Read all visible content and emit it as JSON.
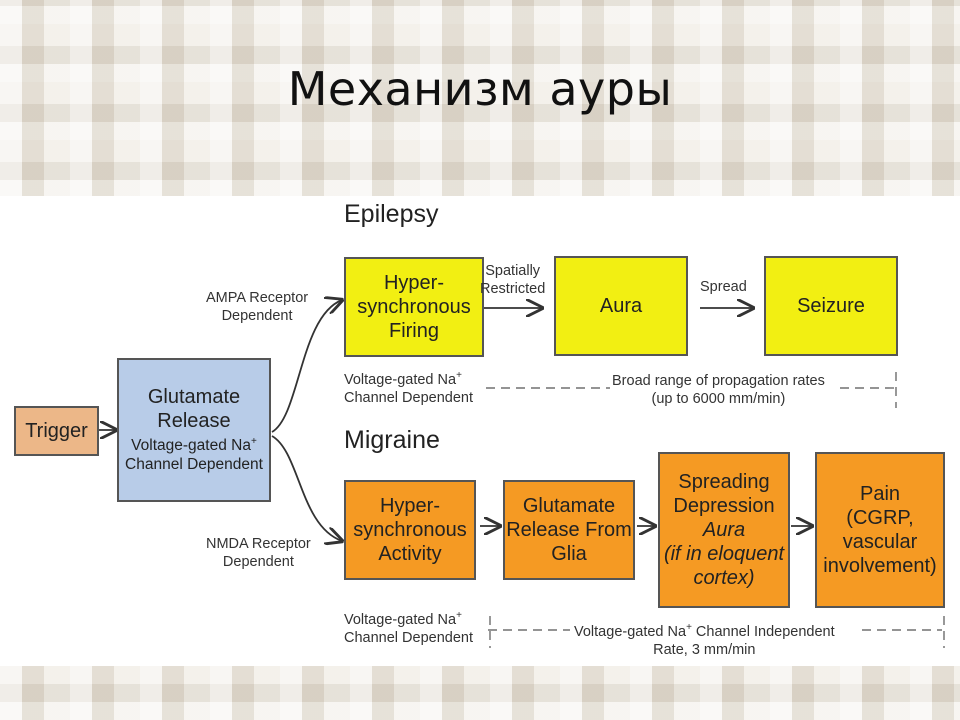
{
  "slide_title": "Механизм ауры",
  "sections": {
    "epilepsy": "Epilepsy",
    "migraine": "Migraine"
  },
  "trigger": "Trigger",
  "glutamate": {
    "title_line1": "Glutamate",
    "title_line2": "Release",
    "sub_line1": "Voltage-gated Na",
    "sub_sup": "+",
    "sub_line2": "Channel Dependent"
  },
  "branch_labels": {
    "ampa_line1": "AMPA Receptor",
    "ampa_line2": "Dependent",
    "nmda_line1": "NMDA Receptor",
    "nmda_line2": "Dependent"
  },
  "epilepsy": {
    "hyper": [
      "Hyper-",
      "synchronous",
      "Firing"
    ],
    "arrow1_line1": "Spatially",
    "arrow1_line2": "Restricted",
    "aura": "Aura",
    "arrow2": "Spread",
    "seizure": "Seizure",
    "note_left_line1": "Voltage-gated Na",
    "note_left_sup": "+",
    "note_left_line2": "Channel Dependent",
    "note_right_line1": "Broad range of propagation rates",
    "note_right_line2": "(up to 6000 mm/min)"
  },
  "migraine": {
    "hyper": [
      "Hyper-",
      "synchronous",
      "Activity"
    ],
    "glia": [
      "Glutamate",
      "Release From",
      "Glia"
    ],
    "spreading": [
      "Spreading",
      "Depression"
    ],
    "spreading_italic": [
      "Aura",
      "(if in eloquent",
      "cortex)"
    ],
    "pain": [
      "Pain",
      "(CGRP,",
      "vascular",
      "involvement)"
    ],
    "note_left_line1": "Voltage-gated Na",
    "note_left_sup": "+",
    "note_left_line2": "Channel Dependent",
    "note_right_line1a": "Voltage-gated Na",
    "note_right_sup": "+",
    "note_right_line1b": " Channel Independent",
    "note_right_line2": "Rate, 3 mm/min"
  },
  "colors": {
    "epilepsy_box": "#f2ef12",
    "migraine_box": "#f59a23",
    "glutamate_box": "#b8cce8",
    "trigger_box": "#ecb788"
  }
}
